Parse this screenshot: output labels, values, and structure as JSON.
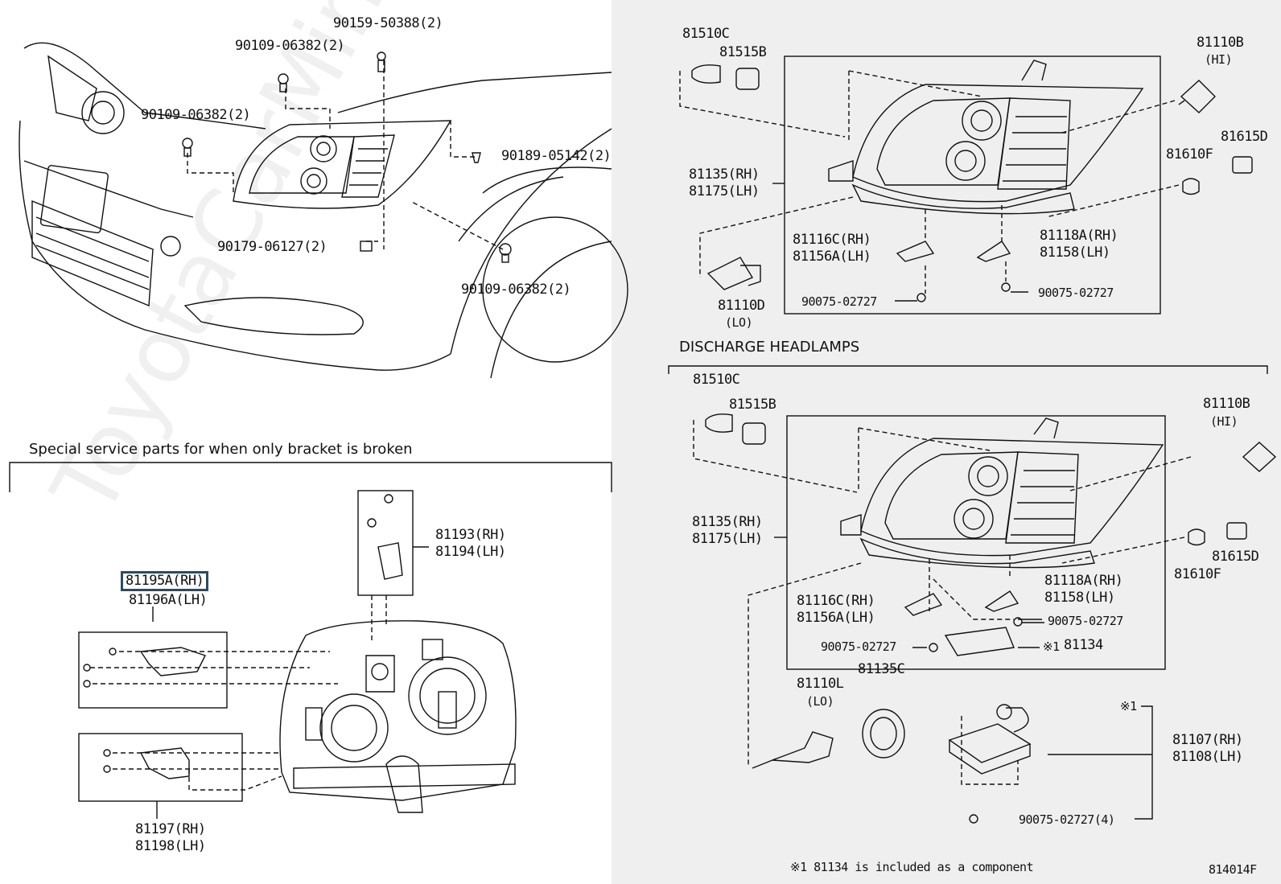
{
  "top_left": {
    "p1": "90159-50388(2)",
    "p2": "90109-06382(2)",
    "p3": "90109-06382(2)",
    "p4": "90189-05142(2)",
    "p5": "90179-06127(2)",
    "p6": "90109-06382(2)"
  },
  "halogen": {
    "bulb_front": "81510C",
    "socket_front": "81515B",
    "hi_bulb": "81110B",
    "hi_tag": "(HI)",
    "side_socket": "81615D",
    "side_bulb": "81610F",
    "unit_rh": "81135(RH)",
    "unit_lh": "81175(LH)",
    "bracket_a_rh": "81116C(RH)",
    "bracket_a_lh": "81156A(LH)",
    "bracket_b_rh": "81118A(RH)",
    "bracket_b_lh": "81158(LH)",
    "screw_a": "90075-02727",
    "screw_b": "90075-02727",
    "lo_bulb": "81110D",
    "lo_tag": "(LO)"
  },
  "discharge": {
    "title": "DISCHARGE HEADLAMPS",
    "bulb_front": "81510C",
    "socket_front": "81515B",
    "hi_bulb": "81110B",
    "hi_tag": "(HI)",
    "side_socket": "81615D",
    "side_bulb": "81610F",
    "unit_rh": "81135(RH)",
    "unit_lh": "81175(LH)",
    "bracket_a_rh": "81116C(RH)",
    "bracket_a_lh": "81156A(LH)",
    "bracket_b_rh": "81118A(RH)",
    "bracket_b_lh": "81158(LH)",
    "screw_b": "90075-02727",
    "screw_a": "90075-02727",
    "gasket_mark": "※1",
    "gasket": "81134",
    "lo_bulb": "81110L",
    "lo_tag": "(LO)",
    "cap": "81135C",
    "ballast_mark": "※1",
    "ballast_rh": "81107(RH)",
    "ballast_lh": "81108(LH)",
    "ballast_screw": "90075-02727(4)",
    "footnote": "※1 81134 is included as a component",
    "ref": "814014F"
  },
  "service": {
    "title": "Special service parts for when only bracket is broken",
    "b1_rh": "81193(RH)",
    "b1_lh": "81194(LH)",
    "b2_rh": "81195A(RH)",
    "b2_lh": "81196A(LH)",
    "b3_rh": "81197(RH)",
    "b3_lh": "81198(LH)"
  },
  "watermark": "ToyotaCarMine.ru",
  "colors": {
    "panel_bg": "#efefef",
    "line": "#111111",
    "highlight": "#2d4b5e"
  }
}
